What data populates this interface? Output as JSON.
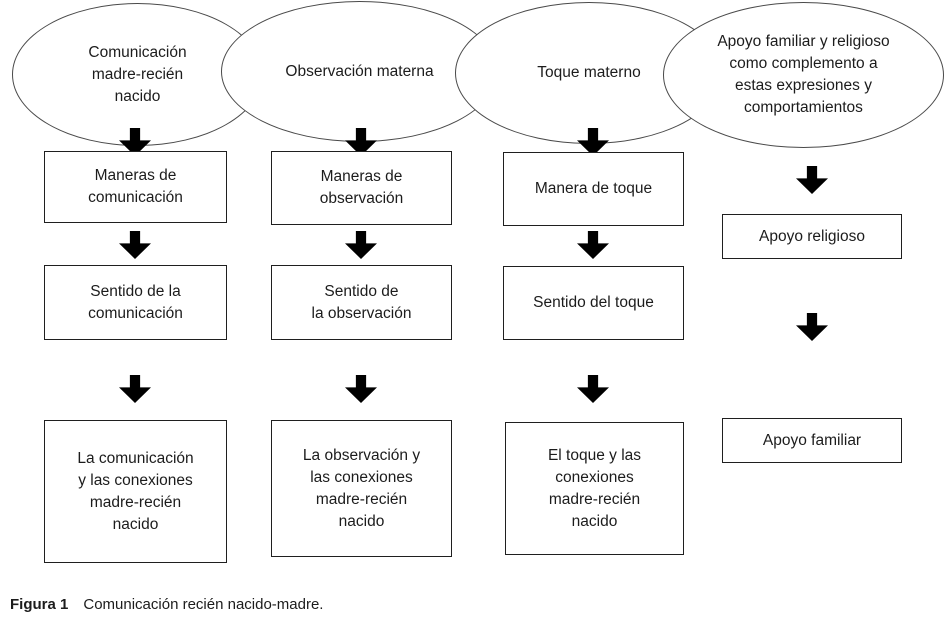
{
  "ellipses": {
    "comunicacion": "Comunicación\nmadre-recién\nnacido",
    "observacion": "Observación materna",
    "toque": "Toque materno",
    "apoyo": "Apoyo familiar y religioso\ncomo complemento a\nestas expresiones y\ncomportamientos"
  },
  "boxes": {
    "maneras_comunicacion": "Maneras de\ncomunicación",
    "maneras_observacion": "Maneras de\nobservación",
    "manera_toque": "Manera de toque",
    "sentido_comunicacion": "Sentido de la\ncomunicación",
    "sentido_observacion": "Sentido de\nla observación",
    "sentido_toque": "Sentido del toque",
    "conexiones_comunicacion": "La comunicación\ny las conexiones\nmadre-recién\nnacido",
    "conexiones_observacion": "La observación y\nlas conexiones\nmadre-recién\nnacido",
    "conexiones_toque": "El toque y las\nconexiones\nmadre-recién\nnacido",
    "apoyo_religioso": "Apoyo religioso",
    "apoyo_familiar": "Apoyo familiar"
  },
  "caption": {
    "label": "Figura 1",
    "text": "Comunicación recién nacido-madre."
  },
  "colors": {
    "arrow": "#000000",
    "box_border": "#1f1f1f",
    "ellipse_border": "#4a4a4a",
    "text": "#1c1c1c",
    "background": "#ffffff"
  }
}
